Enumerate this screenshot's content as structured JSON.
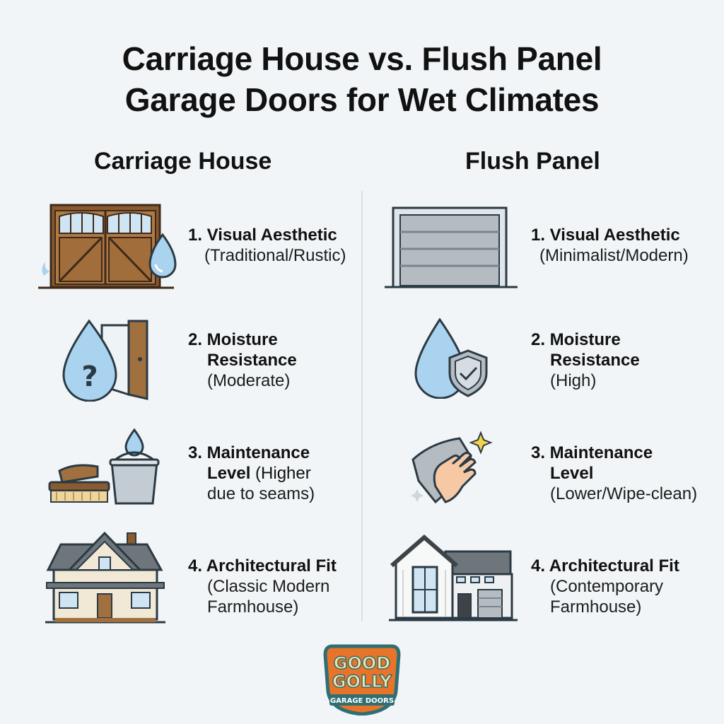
{
  "title": {
    "line1": "Carriage House vs. Flush Panel",
    "line2": "Garage Doors for Wet Climates"
  },
  "columns": {
    "left": {
      "heading": "Carriage House",
      "items": [
        {
          "title": "1. Visual Aesthetic",
          "desc": "(Traditional/Rustic)",
          "icon": "carriage-door-icon"
        },
        {
          "title_l1": "2. Moisture",
          "title_l2": "Resistance",
          "desc": "(Moderate)",
          "icon": "water-drop-question-icon"
        },
        {
          "title_l1": "3. Maintenance",
          "title_l2": "Level",
          "desc_l1": " (Higher",
          "desc_l2": "due to seams)",
          "icon": "brush-bucket-icon"
        },
        {
          "title": "4. Architectural Fit",
          "desc_l1": "(Classic Modern",
          "desc_l2": "Farmhouse)",
          "icon": "farmhouse-icon"
        }
      ]
    },
    "right": {
      "heading": "Flush Panel",
      "items": [
        {
          "title": "1. Visual Aesthetic",
          "desc": "(Minimalist/Modern)",
          "icon": "flush-panel-door-icon"
        },
        {
          "title_l1": "2. Moisture",
          "title_l2": "Resistance",
          "desc": "(High)",
          "icon": "water-drop-shield-icon"
        },
        {
          "title_l1": "3. Maintenance",
          "title_l2": "Level",
          "desc": "(Lower/Wipe-clean)",
          "icon": "wipe-cloth-hand-icon"
        },
        {
          "title": "4. Architectural Fit",
          "desc_l1": "(Contemporary",
          "desc_l2": "Farmhouse)",
          "icon": "modern-farmhouse-icon"
        }
      ]
    }
  },
  "logo": {
    "line1": "GOOD",
    "line2": "GOLLY",
    "tagline": "GARAGE DOORS"
  },
  "colors": {
    "background": "#f1f5f7",
    "wood": "#9a6a3c",
    "water": "#a9d3ee",
    "metal": "#b4bcc2",
    "logo_orange": "#e8742a",
    "logo_teal": "#2f6f73"
  }
}
